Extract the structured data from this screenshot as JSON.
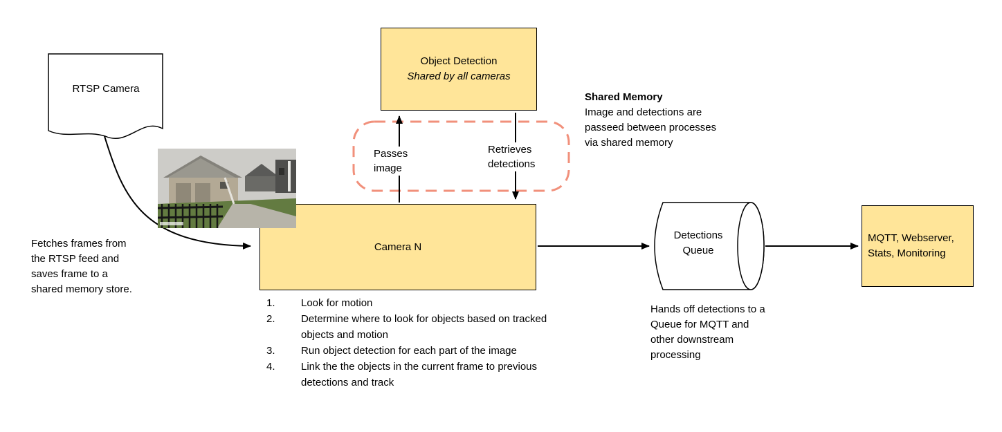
{
  "diagram": {
    "rtsp_camera": {
      "label": "RTSP Camera"
    },
    "fetch_note": "Fetches frames from the RTSP feed and saves frame to a shared memory store.",
    "object_detection": {
      "title": "Object Detection",
      "subtitle": "Shared by all cameras"
    },
    "shared_memory_note": {
      "title": "Shared Memory",
      "body": "Image and detections are passeed between processes via shared memory"
    },
    "arrow_labels": {
      "passes_image": "Passes image",
      "retrieves_detections": "Retrieves detections"
    },
    "camera_n": {
      "label": "Camera N",
      "steps": [
        "Look for motion",
        "Determine where to look for objects based on tracked objects and motion",
        "Run object detection for each part of the image",
        "Link the the objects in the current frame to previous detections and track"
      ]
    },
    "detections_queue": {
      "label": "Detections Queue",
      "note": "Hands off detections to a Queue for MQTT and other downstream processing"
    },
    "mqtt_box": {
      "label": "MQTT, Webserver, Stats, Monitoring"
    },
    "colors": {
      "node_fill": "#FFE599",
      "node_border": "#000000",
      "shared_memory_dash": "#F1907B"
    }
  }
}
